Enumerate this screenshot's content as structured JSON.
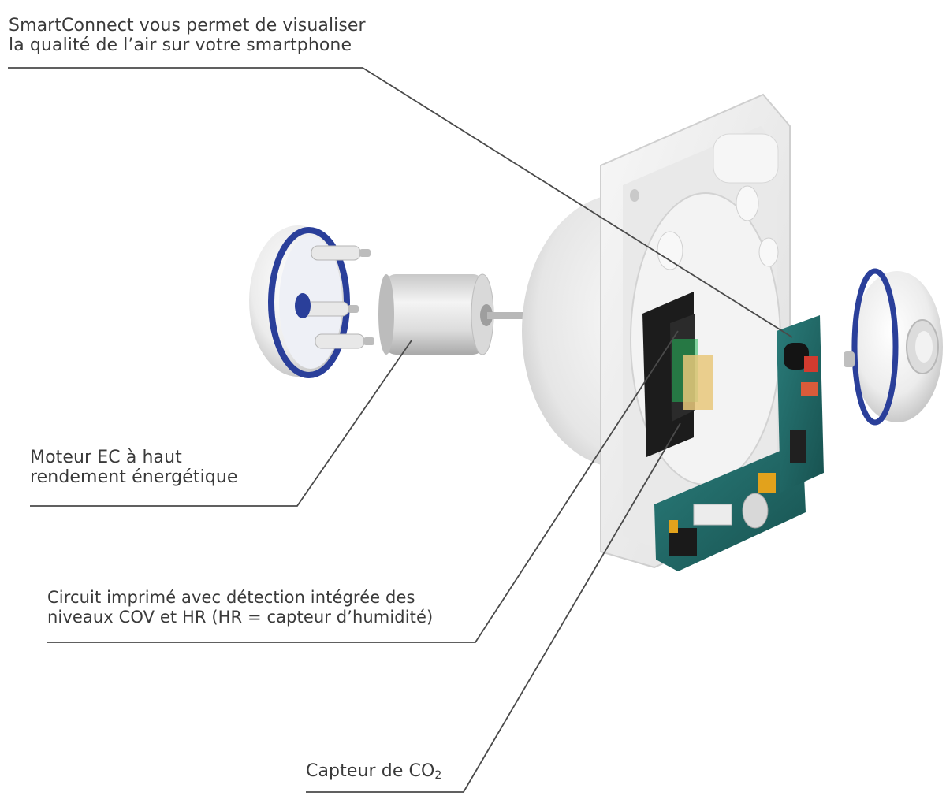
{
  "labels": {
    "smartconnect": {
      "line1": "SmartConnect vous permet de visualiser",
      "line2": "la qualité de l’air sur votre smartphone"
    },
    "moteur": {
      "line1": "Moteur EC à haut",
      "line2": "rendement énergétique"
    },
    "circuit": {
      "line1": "Circuit imprimé avec détection intégrée des",
      "line2": "niveaux COV et HR (HR  = capteur d’humidité)"
    },
    "co2": {
      "text": "Capteur de CO",
      "subscript": "2"
    }
  },
  "colors": {
    "leader_line": "#4a4a4a",
    "housing": "#f2f2f2",
    "ring_blue": "#2a3f9a",
    "pcb_green": "#1f6b6a",
    "pcb_dark": "#1c1c1c"
  }
}
